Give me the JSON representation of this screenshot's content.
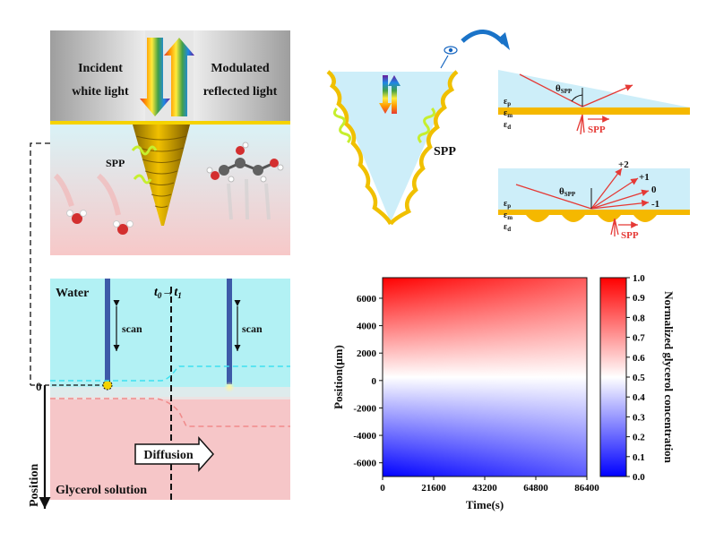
{
  "top_left": {
    "incident": [
      "Incident",
      "white light"
    ],
    "modulated": [
      "Modulated",
      "reflected light"
    ],
    "spp": "SPP"
  },
  "top_right": {
    "spp_cone": "SPP",
    "flat": {
      "theta": "θSPP",
      "eps_p": "εp",
      "eps_m": "εm",
      "eps_d": "εd",
      "spp": "SPP"
    },
    "grating": {
      "theta": "θSPP",
      "eps_p": "εp",
      "eps_m": "εm",
      "eps_d": "εd",
      "spp": "SPP",
      "orders": [
        "+2",
        "+1",
        "0",
        "-1"
      ]
    }
  },
  "bottom_left": {
    "water": "Water",
    "time": "t0→t1",
    "scan": "scan",
    "diffusion": "Diffusion",
    "glycerol": "Glycerol solution",
    "position": "Position",
    "zero": "0"
  },
  "chart_data": {
    "type": "heatmap",
    "xlabel": "Time(s)",
    "ylabel": "Position(μm)",
    "x_ticks": [
      "0",
      "21600",
      "43200",
      "64800",
      "86400"
    ],
    "y_ticks": [
      "6000",
      "4000",
      "2000",
      "0",
      "-2000",
      "-4000",
      "-6000"
    ],
    "xlim": [
      0,
      86400
    ],
    "ylim": [
      -7000,
      7500
    ],
    "colorbar": {
      "label": "Normalized glycerol concentration",
      "ticks": [
        "1.0",
        "0.9",
        "0.8",
        "0.7",
        "0.6",
        "0.5",
        "0.4",
        "0.3",
        "0.2",
        "0.1",
        "0.0"
      ],
      "range": [
        0,
        1
      ],
      "colors": [
        "#0000ff",
        "#ffffff",
        "#ff0000"
      ]
    }
  }
}
